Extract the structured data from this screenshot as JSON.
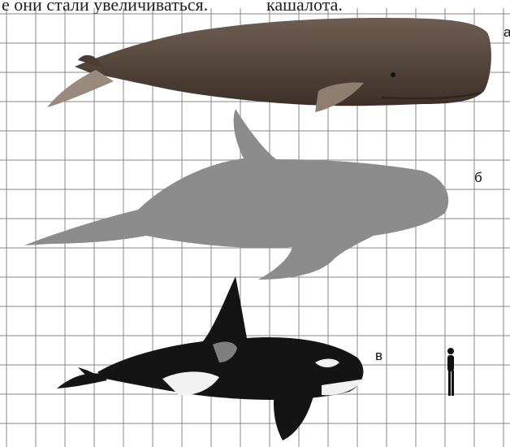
{
  "caption": {
    "left": "е они стали увеличиваться.",
    "right": "кашалота."
  },
  "panels": {
    "a": "а",
    "b": "б",
    "c": "в"
  },
  "colors": {
    "grid": "#8a8a8a",
    "sperm_whale": "#5a4a3e",
    "silhouette": "#8c8c8c",
    "orca_black": "#141414",
    "orca_white": "#f2f2f2",
    "human": "#111111"
  }
}
